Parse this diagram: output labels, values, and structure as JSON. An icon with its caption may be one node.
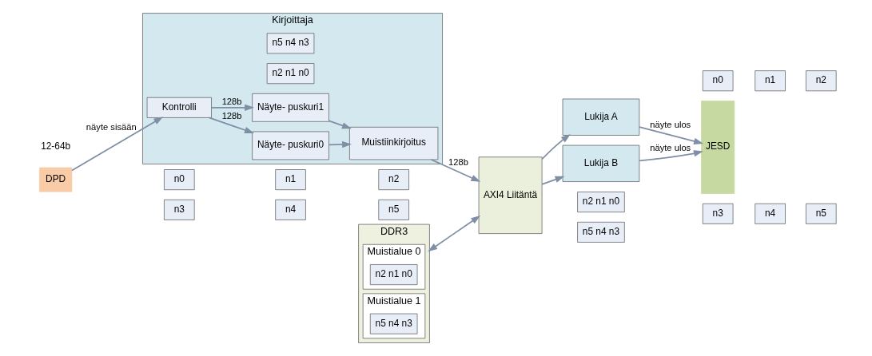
{
  "diagram": {
    "nodes": [
      {
        "text": [
          "DPD"
        ]
      },
      {
        "text": [
          "Kirjoittaja"
        ]
      },
      {
        "text": [
          "Kontrolli"
        ],
        "in": 1
      },
      {
        "text": [
          "Näyte- puskuri0"
        ],
        "in": 1
      },
      {
        "text": [
          "Näyte- puskuri1"
        ],
        "in": 1
      },
      {
        "text": [
          "Muistiinkirjoitus"
        ],
        "in": 1
      },
      {
        "text": [
          "n2 n1 n0"
        ],
        "in": 1
      },
      {
        "text": [
          "n5 n4 n3"
        ],
        "in": 1
      },
      {
        "text": [
          "DDR3"
        ]
      },
      {
        "text": [
          "Muistialue 0"
        ],
        "in": 8
      },
      {
        "text": [
          "n2 n1 n0"
        ],
        "in": 9
      },
      {
        "text": [
          "Muistialue 1"
        ],
        "in": 8
      },
      {
        "text": [
          "n5 n4 n3"
        ],
        "in": 11
      },
      {
        "text": [
          "AXI4 Liitäntä"
        ]
      },
      {
        "text": [
          "Lukija A"
        ]
      },
      {
        "text": [
          "Lukija B"
        ]
      },
      {
        "text": [
          "JESD"
        ]
      },
      {
        "text": [
          "n2 n1 n0"
        ]
      },
      {
        "text": [
          "n5 n4 n3"
        ]
      },
      {
        "text": [
          "n0"
        ]
      },
      {
        "text": [
          "n1"
        ]
      },
      {
        "text": [
          "n2"
        ]
      },
      {
        "text": [
          "n3"
        ]
      },
      {
        "text": [
          "n4"
        ]
      },
      {
        "text": [
          "n5"
        ]
      },
      {
        "text": [
          "n0"
        ]
      },
      {
        "text": [
          "n1"
        ]
      },
      {
        "text": [
          "n2"
        ]
      },
      {
        "text": [
          "n3"
        ]
      },
      {
        "text": [
          "n4"
        ]
      },
      {
        "text": [
          "n5"
        ]
      }
    ],
    "edges": [
      {
        "from": 0,
        "to": 2,
        "arrow": "to",
        "label": "näyte sisään"
      },
      {
        "from": 2,
        "to": 3,
        "arrow": "to",
        "label": "128b"
      },
      {
        "from": 2,
        "to": 4,
        "arrow": "to",
        "label": "128b"
      },
      {
        "from": 3,
        "to": 5,
        "arrow": "to"
      },
      {
        "from": 4,
        "to": 5,
        "arrow": "to"
      },
      {
        "from": 5,
        "to": 13,
        "arrow": "to",
        "label": "128b"
      },
      {
        "from": 8,
        "to": 13,
        "arrow": "both"
      },
      {
        "from": 13,
        "to": 14,
        "arrow": "to"
      },
      {
        "from": 13,
        "to": 15,
        "arrow": "to"
      },
      {
        "from": 14,
        "to": 16,
        "arrow": "to",
        "label": "näyte ulos"
      },
      {
        "from": 15,
        "to": 16,
        "arrow": "to",
        "label": "näyte ulos"
      }
    ],
    "labels": [
      "12-64b"
    ]
  }
}
